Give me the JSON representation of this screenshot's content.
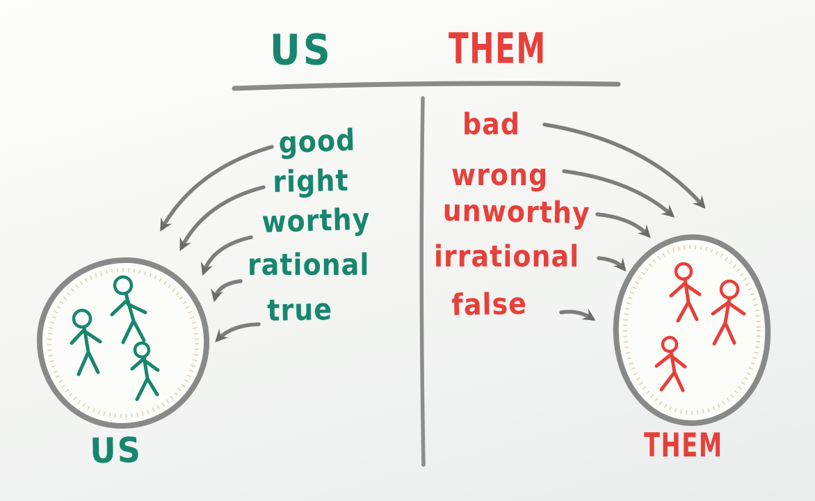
{
  "meta": {
    "description": "Hand-drawn whiteboard diagram contrasting how an in-group (US) and an out-group (THEM) are labeled"
  },
  "colors": {
    "us_teal": "#17866d",
    "them_red": "#e6403a",
    "marker_gray": "#8a8a8a",
    "background": "#f4f5f3"
  },
  "us_side": {
    "heading": "US",
    "words": [
      "good",
      "right",
      "worthy",
      "rational",
      "true"
    ],
    "group_label": "US",
    "figure_count": 3
  },
  "them_side": {
    "heading": "THEM",
    "words": [
      "bad",
      "wrong",
      "unworthy",
      "irrational",
      "false"
    ],
    "group_label": "THEM",
    "figure_count": 3
  }
}
